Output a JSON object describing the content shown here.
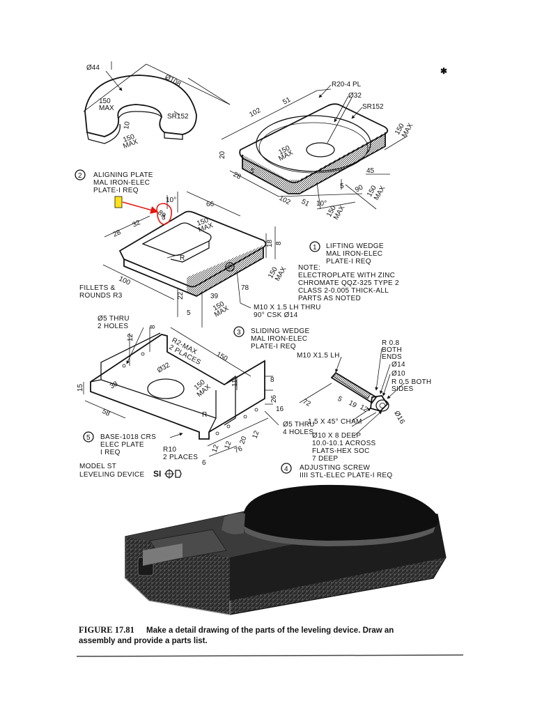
{
  "parts": {
    "p1": {
      "num": "1",
      "lines": [
        "LIFTING WEDGE",
        "MAL IRON-ELEC",
        "PLATE-I REQ"
      ]
    },
    "p2": {
      "num": "2",
      "lines": [
        "ALIGNING PLATE",
        "MAL IRON-ELEC",
        "PLATE-I REQ"
      ]
    },
    "p3": {
      "num": "3",
      "lines": [
        "SLIDING WEDGE",
        "MAL IRON-ELEC",
        "PLATE-I REQ"
      ]
    },
    "p4": {
      "num": "4",
      "lines": [
        "ADJUSTING SCREW",
        "IIII STL-ELEC PLATE-I REQ"
      ]
    },
    "p5": {
      "num": "5",
      "lines": [
        "BASE-1018 CRS",
        "ELEC PLATE",
        "I REQ"
      ]
    }
  },
  "note": {
    "lines": [
      "NOTE:",
      "ELECTROPLATE WITH ZINC",
      "CHROMATE QQZ-325 TYPE 2",
      "CLASS 2-0.005 THICK-ALL",
      "PARTS AS NOTED"
    ]
  },
  "fillets": [
    "FILLETS &",
    "ROUNDS R3"
  ],
  "model": {
    "lines": [
      "MODEL ST",
      "LEVELING DEVICE"
    ],
    "symbol": "SI"
  },
  "dims": {
    "d44": "Ø44",
    "d108": "Ø108",
    "max150": "150",
    "maxw": "MAX",
    "d10": "10",
    "sr152": "SR152",
    "r20": "R20-4 PL",
    "d32": "Ø32",
    "d102": "102",
    "d51": "51",
    "d20": "20",
    "d28": "28",
    "d45": "45",
    "d5": "5",
    "d90": "90",
    "deg10": "10°",
    "d66": "66",
    "d89": "89",
    "d3": "3",
    "d28b": "28",
    "d32b": "32",
    "d18": "18",
    "d8": "8",
    "r": "R",
    "d100": "100",
    "d22": "22",
    "d39": "39",
    "d78": "78",
    "d5b": "5",
    "m10": [
      "M10 X 1.5 LH THRU",
      "90° CSK Ø14"
    ],
    "holes2": [
      "Ø5 THRU",
      "2 HOLES"
    ],
    "d12": "12",
    "d8b": "8",
    "r2": [
      "R2-MAX",
      "2 PLACES"
    ],
    "d150": "150",
    "d32c": "Ø32",
    "d38": "38",
    "d15": "15",
    "d58": "58",
    "d11": "11",
    "d26": "26",
    "d16": "16",
    "r10": [
      "R10",
      "2 PLACES"
    ],
    "d6": "6",
    "d12b": "12",
    "d20b": "20",
    "d12c": "12",
    "d76": "76",
    "holes4": [
      "Ø5 THRU",
      "4 HOLES"
    ],
    "screw_top": "M10 X1.5 LH",
    "r08": [
      "R 0.8",
      "BOTH",
      "ENDS"
    ],
    "d14": "Ø14",
    "d10b": "Ø10",
    "r05": [
      "R 0.5 BOTH",
      "SIDES"
    ],
    "d72": "72",
    "d5c": "5",
    "d19": "19",
    "d12d": "12",
    "d16b": "Ø16",
    "cham": "1.5 X 45° CHAM",
    "socket": [
      "Ø10 X 8 DEEP",
      "10.0-10.1 ACROSS",
      "FLATS-HEX SOC",
      "7 DEEP"
    ]
  },
  "caption": {
    "label": "FIGURE 17.81",
    "line1": "Make a detail drawing of the parts of the leveling device. Draw an",
    "line2": "assembly and provide a parts list."
  },
  "annotation": {
    "color": "#e8150f",
    "marker_color": "#ffe21a"
  }
}
